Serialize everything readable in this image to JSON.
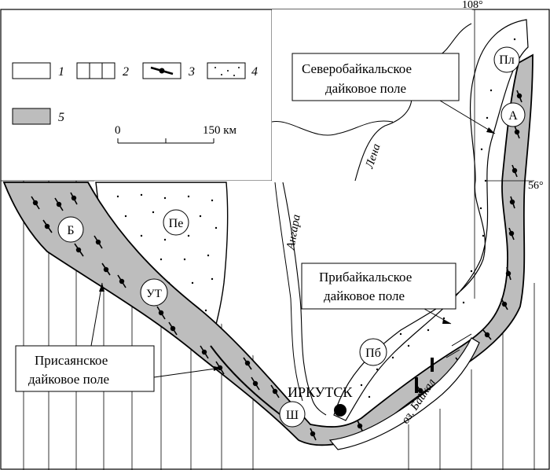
{
  "coords": {
    "lon": "108°",
    "lat": "56°"
  },
  "legend": [
    {
      "num": "1",
      "symbol": "blank"
    },
    {
      "num": "2",
      "symbol": "vertical-lines"
    },
    {
      "num": "3",
      "symbol": "dike"
    },
    {
      "num": "4",
      "symbol": "dots"
    },
    {
      "num": "5",
      "symbol": "gray-fill"
    }
  ],
  "scale": {
    "start": "0",
    "end": "150 км"
  },
  "rivers": {
    "lena": "Лена",
    "angara": "Ангара"
  },
  "lake": "оз. Байкал",
  "city": "ИРКУТСК",
  "fields": {
    "north": [
      "Северобайкальское",
      "дайковое поле"
    ],
    "baikal": [
      "Прибайкальское",
      "дайковое поле"
    ],
    "sayan": [
      "Присаянское",
      "дайковое поле"
    ]
  },
  "blocks": {
    "pl": "Пл",
    "a": "А",
    "b": "Б",
    "pe": "Пе",
    "ut": "УТ",
    "pb": "Пб",
    "sh": "Ш"
  },
  "colors": {
    "belt": "#bdbdbd",
    "line": "#000000",
    "paper": "#ffffff"
  }
}
